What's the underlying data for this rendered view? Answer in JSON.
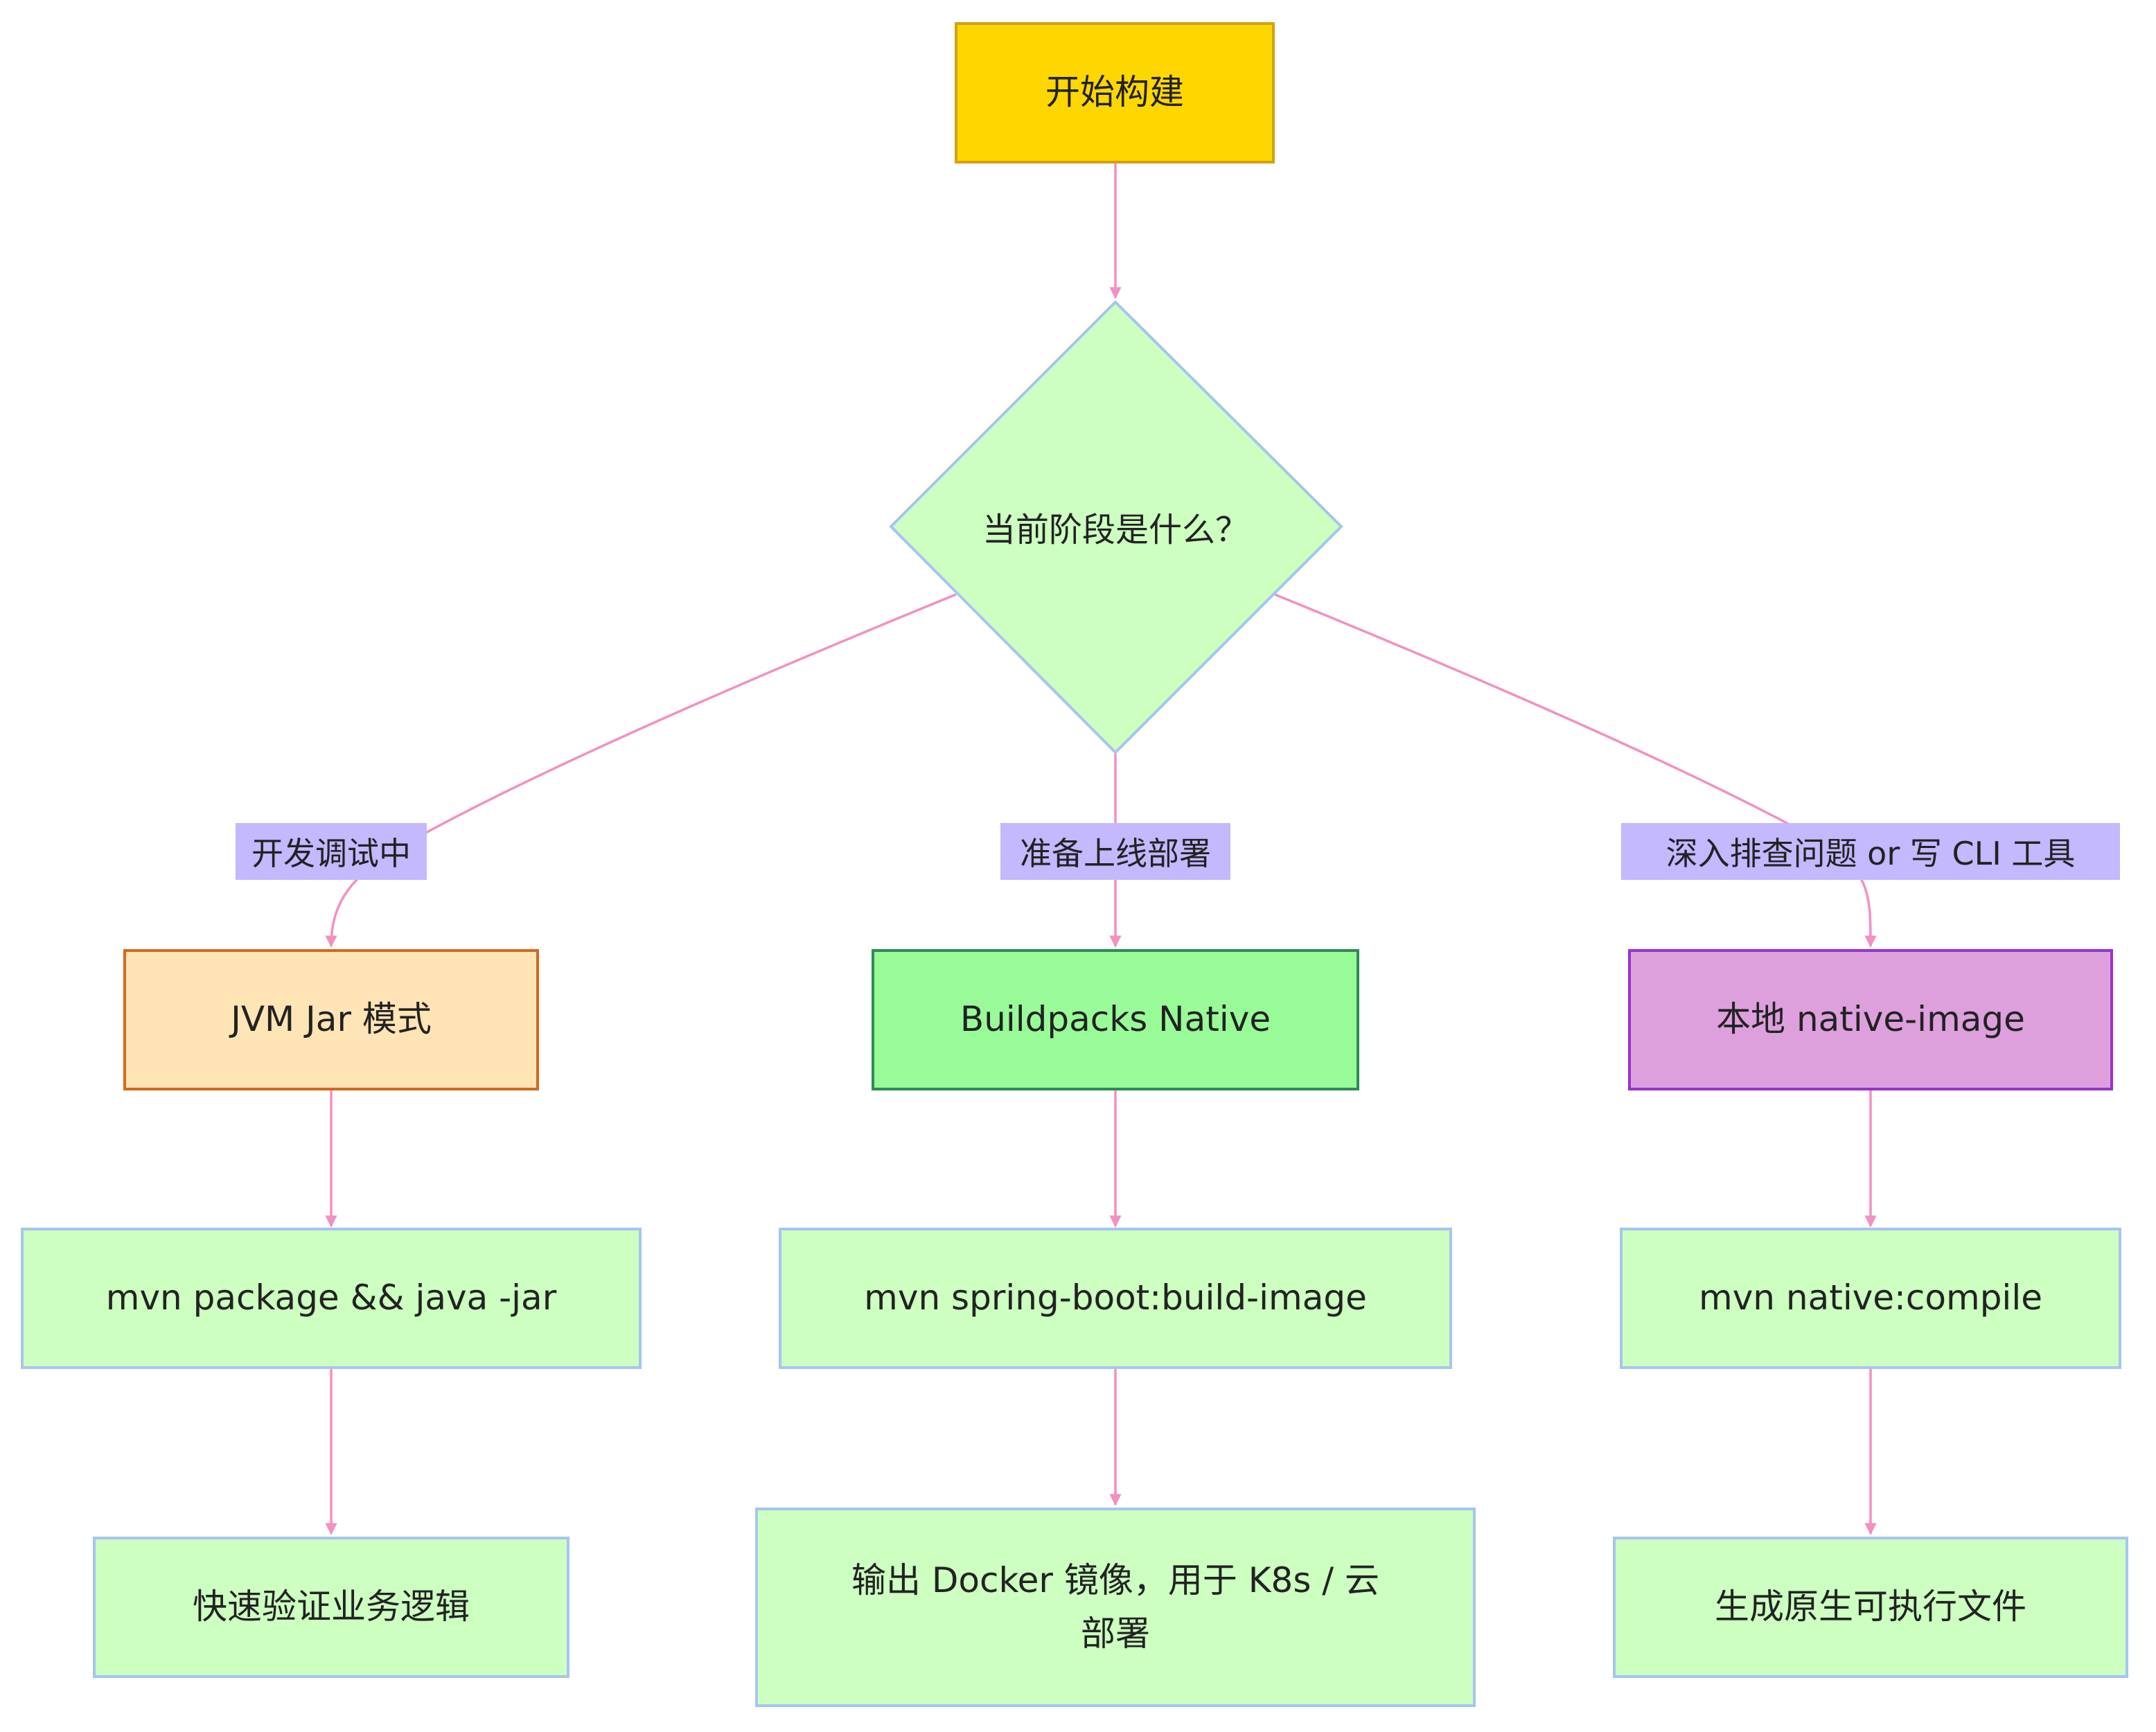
{
  "colors": {
    "edge": "#f48fc1",
    "label_bg": "#c4b8ff",
    "start_fill": "#ffd700",
    "start_border": "#d4a017",
    "step_fill": "#ccffc0",
    "step_border": "#a7c4f2",
    "jvm_fill": "#ffe4b5",
    "jvm_border": "#d2691e",
    "buildpacks_fill": "#98fb98",
    "buildpacks_border": "#2e8b57",
    "native_fill": "#dda0dd",
    "native_border": "#9932cc"
  },
  "nodes": {
    "start": "开始构建",
    "decision": "当前阶段是什么？",
    "jvm": "JVM Jar 模式",
    "buildpacks": "Buildpacks Native",
    "native": "本地 native-image",
    "jvm_cmd": "mvn package && java -jar",
    "buildpacks_cmd": "mvn spring-boot:build-image",
    "native_cmd": "mvn native:compile",
    "jvm_result": "快速验证业务逻辑",
    "buildpacks_result": "输出 Docker 镜像，用于 K8s / 云部署",
    "native_result": "生成原生可执行文件"
  },
  "edge_labels": {
    "dev": "开发调试中",
    "deploy": "准备上线部署",
    "debug": "深入排查问题 or 写 CLI 工具"
  }
}
